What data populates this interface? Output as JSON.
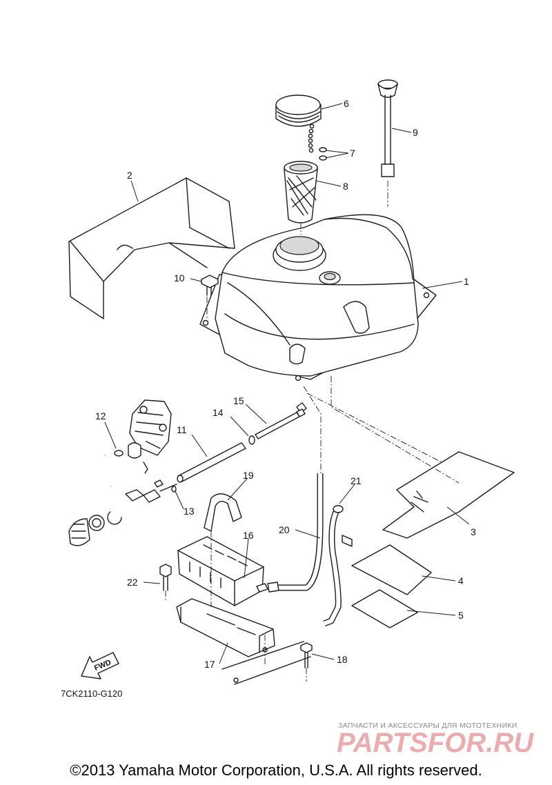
{
  "diagram": {
    "diagram_code": "7CK2110-G120",
    "fwd_label": "FWD",
    "callouts": [
      "1",
      "2",
      "3",
      "4",
      "5",
      "6",
      "7",
      "8",
      "9",
      "10",
      "11",
      "12",
      "13",
      "14",
      "15",
      "16",
      "17",
      "18",
      "19",
      "20",
      "21",
      "22"
    ]
  },
  "watermark": {
    "tagline": "ЗАПЧАСТИ И АКСЕССУАРЫ ДЛЯ МОТОТЕХНИКИ",
    "logo": "PARTSFOR.RU"
  },
  "copyright": "©2013 Yamaha Motor Corporation, U.S.A. All rights reserved."
}
